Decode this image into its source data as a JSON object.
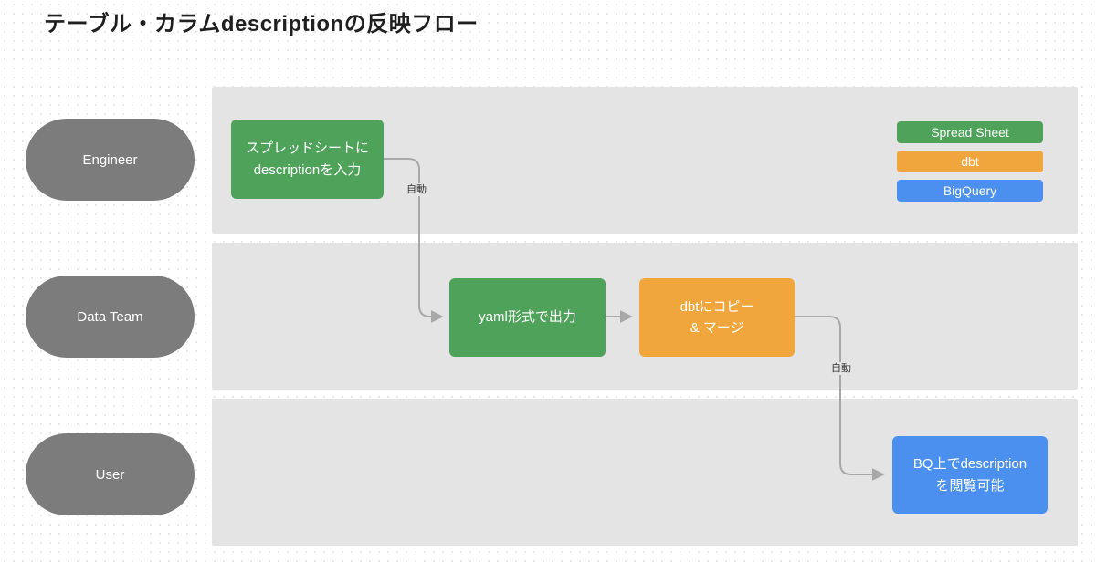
{
  "title": "テーブル・カラムdescriptionの反映フロー",
  "lanes": [
    {
      "id": "engineer",
      "label": "Engineer"
    },
    {
      "id": "data-team",
      "label": "Data Team"
    },
    {
      "id": "user",
      "label": "User"
    }
  ],
  "nodes": {
    "spreadsheet": {
      "lines": [
        "スプレッドシートに",
        "descriptionを入力"
      ]
    },
    "yaml": {
      "lines": [
        "yaml形式で出力"
      ]
    },
    "dbt": {
      "lines": [
        "dbtにコピー",
        "& マージ"
      ]
    },
    "bigquery": {
      "lines": [
        "BQ上でdescription",
        "を閲覧可能"
      ]
    }
  },
  "legend": [
    {
      "label": "Spread Sheet",
      "color": "#4ea25a"
    },
    {
      "label": "dbt",
      "color": "#f0a63c"
    },
    {
      "label": "BigQuery",
      "color": "#4b90ee"
    }
  ],
  "edges": {
    "auto_label_1": "自動",
    "auto_label_2": "自動"
  },
  "colors": {
    "green": "#4ea25a",
    "orange": "#f0a63c",
    "blue": "#4b90ee",
    "lane_bg": "#e4e4e4",
    "pill_gray": "#7c7c7c",
    "arrow": "#a8a8a8"
  }
}
